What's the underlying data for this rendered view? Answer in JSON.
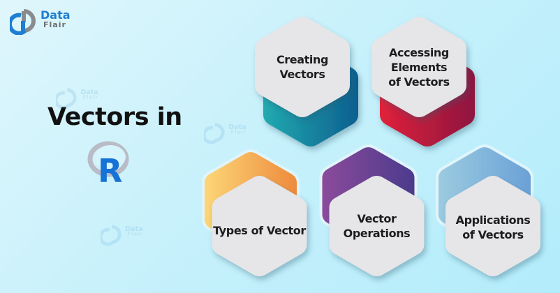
{
  "brand": {
    "name_line1": "Data",
    "name_line2": "Flair",
    "colors": {
      "blue": "#1e7fd0",
      "gray": "#6d6e71"
    }
  },
  "title": {
    "text": "Vectors in",
    "logo": "R"
  },
  "hexagons": [
    {
      "label": "Creating\nVectors",
      "accent": "teal",
      "colors": [
        "#22aab0",
        "#0c5f8f"
      ]
    },
    {
      "label": "Accessing\nElements\nof Vectors",
      "accent": "crimson",
      "colors": [
        "#e0213a",
        "#8e1540"
      ]
    },
    {
      "label": "Types of Vector",
      "accent": "orange",
      "colors": [
        "#fdd778",
        "#ee8a3c"
      ]
    },
    {
      "label": "Vector\nOperations",
      "accent": "purple",
      "colors": [
        "#8c4b9c",
        "#4b3a8c"
      ]
    },
    {
      "label": "Applications\nof Vectors",
      "accent": "light-blue",
      "colors": [
        "#9ccce0",
        "#6aa0d6"
      ]
    }
  ],
  "background": {
    "from": "#dff6fc",
    "to": "#b3ecfb"
  },
  "card_color": "#e6e5e8"
}
